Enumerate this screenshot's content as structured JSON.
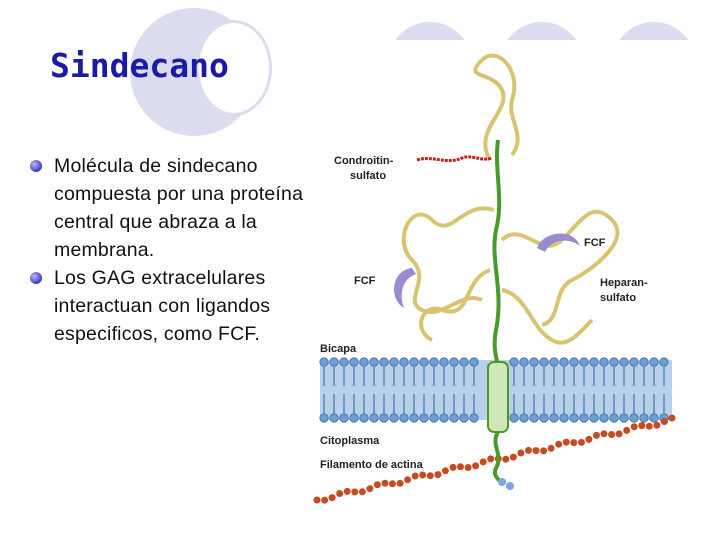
{
  "slide": {
    "title": "Sindecano",
    "bullets": [
      "Molécula de sindecano compuesta por una proteína central que abraza a la membrana.",
      "Los GAG extracelulares interactuan con ligandos especificos, como FCF."
    ]
  },
  "figure": {
    "labels": {
      "condroitin_1": "Condroitin-",
      "condroitin_2": "sulfato",
      "fcf_right": "FCF",
      "fcf_left": "FCF",
      "heparan_1": "Heparan-",
      "heparan_2": "sulfato",
      "bicapa": "Bicapa",
      "citoplasma": "Citoplasma",
      "filamento": "Filamento de actina"
    }
  },
  "colors": {
    "title": "#1a1aa8",
    "bullet": "#3a3ac8",
    "decoration": "#dcdcf0",
    "membrane": "#6f9fd0",
    "protein": "#4a9a2a",
    "chain": "#d8c470",
    "condroitin": "#c02020",
    "ligand": "#9a8ad0",
    "actin": "#c84a20"
  }
}
